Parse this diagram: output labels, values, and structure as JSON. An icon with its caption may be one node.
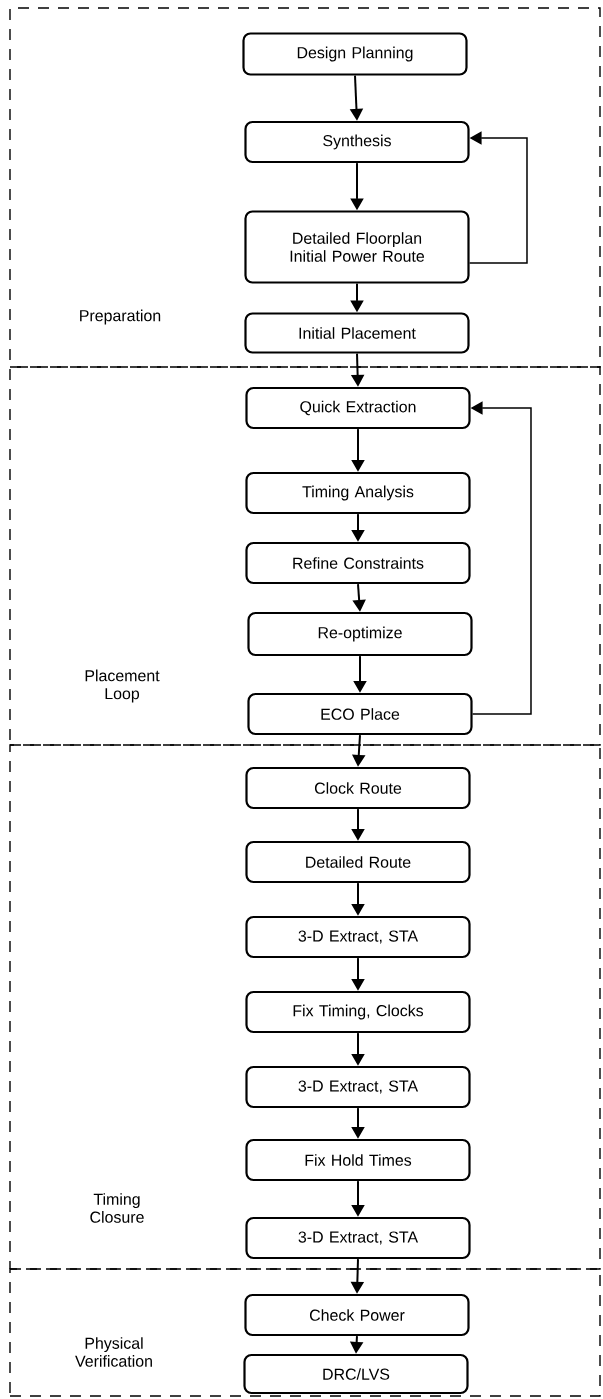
{
  "diagram": {
    "nodes": [
      {
        "text": [
          "Preparation"
        ]
      },
      {
        "text": [
          "Design Planning"
        ],
        "in": 0
      },
      {
        "text": [
          "Synthesis"
        ],
        "in": 0
      },
      {
        "text": [
          "Detailed Floorplan Initial Power Route"
        ],
        "in": 0
      },
      {
        "text": [
          "Initial Placement"
        ],
        "in": 0
      },
      {
        "text": [
          "Placement Loop"
        ]
      },
      {
        "text": [
          "Quick Extraction"
        ],
        "in": 5
      },
      {
        "text": [
          "Timing Analysis"
        ],
        "in": 5
      },
      {
        "text": [
          "Refine Constraints"
        ],
        "in": 5
      },
      {
        "text": [
          "Re-optimize"
        ],
        "in": 5
      },
      {
        "text": [
          "ECO Place"
        ],
        "in": 5
      },
      {
        "text": [
          "Timing Closure"
        ]
      },
      {
        "text": [
          "Clock Route"
        ],
        "in": 11
      },
      {
        "text": [
          "Detailed Route"
        ],
        "in": 11
      },
      {
        "text": [
          "3-D Extract, STA"
        ],
        "in": 11
      },
      {
        "text": [
          "Fix Timing, Clocks"
        ],
        "in": 11
      },
      {
        "text": [
          "3-D Extract, STA"
        ],
        "in": 11
      },
      {
        "text": [
          "Fix Hold Times"
        ],
        "in": 11
      },
      {
        "text": [
          "3-D Extract, STA"
        ],
        "in": 11
      },
      {
        "text": [
          "Physical Verification"
        ]
      },
      {
        "text": [
          "Check Power"
        ],
        "in": 19
      },
      {
        "text": [
          "DRC/LVS"
        ],
        "in": 19
      }
    ],
    "edges": [
      {
        "from": 1,
        "to": 2,
        "arrow": "to"
      },
      {
        "from": 2,
        "to": 3,
        "arrow": "to"
      },
      {
        "from": 3,
        "to": 2,
        "arrow": "to"
      },
      {
        "from": 3,
        "to": 4,
        "arrow": "to"
      },
      {
        "from": 4,
        "to": 6,
        "arrow": "to"
      },
      {
        "from": 6,
        "to": 7,
        "arrow": "to"
      },
      {
        "from": 7,
        "to": 8,
        "arrow": "to"
      },
      {
        "from": 8,
        "to": 9,
        "arrow": "to"
      },
      {
        "from": 9,
        "to": 10,
        "arrow": "to"
      },
      {
        "from": 10,
        "to": 6,
        "arrow": "to"
      },
      {
        "from": 10,
        "to": 12,
        "arrow": "to"
      },
      {
        "from": 12,
        "to": 13,
        "arrow": "to"
      },
      {
        "from": 13,
        "to": 14,
        "arrow": "to"
      },
      {
        "from": 14,
        "to": 15,
        "arrow": "to"
      },
      {
        "from": 15,
        "to": 16,
        "arrow": "to"
      },
      {
        "from": 16,
        "to": 17,
        "arrow": "to"
      },
      {
        "from": 17,
        "to": 18,
        "arrow": "to"
      },
      {
        "from": 18,
        "to": 20,
        "arrow": "to"
      },
      {
        "from": 20,
        "to": 21,
        "arrow": "to"
      }
    ]
  }
}
